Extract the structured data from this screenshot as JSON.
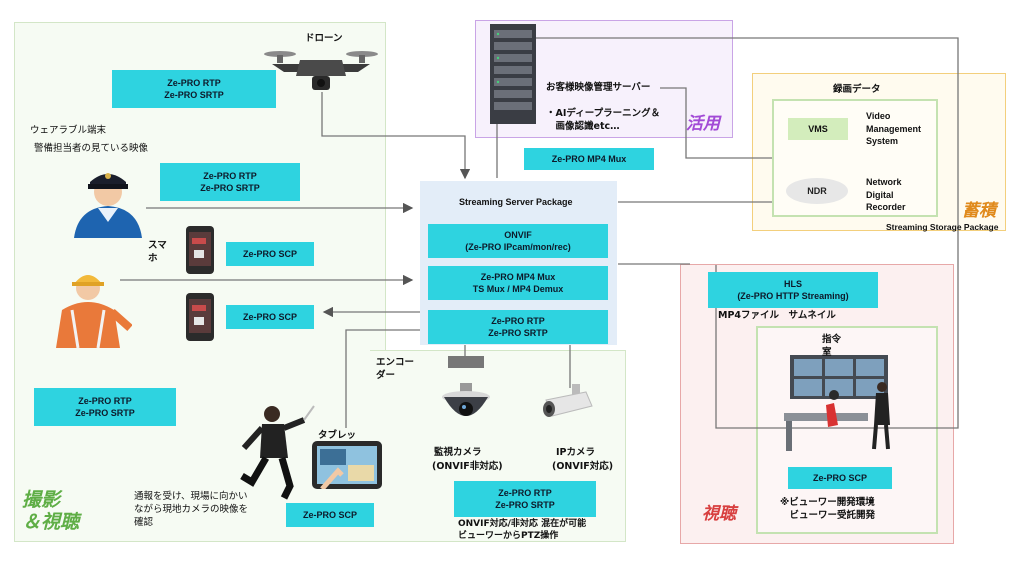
{
  "regions": {
    "capture": "撮影\n＆視聴",
    "utilize": "活用",
    "store": "蓄積",
    "view": "視聴"
  },
  "devices": {
    "drone": "ドローン",
    "wearable_line1": "ウェアラブル端末",
    "wearable_line2": "警備担当者の見ている映像",
    "smartphone": "スマ\nホ",
    "tablet": "タブレッ",
    "encoder": "エンコー\nダー",
    "surveillance_cam_line1": "監視カメラ",
    "surveillance_cam_line2": "(ONVIF非対応)",
    "ip_cam_line1": "IPカメラ",
    "ip_cam_line2": "(ONVIF対応)",
    "report_text": "通報を受け、現場に向かい\nながら現地カメラの映像を\n確認"
  },
  "labels": {
    "drone_rtp": [
      "Ze-PRO RTP",
      "Ze-PRO SRTP"
    ],
    "wearable_rtp": [
      "Ze-PRO RTP",
      "Ze-PRO SRTP"
    ],
    "scp_1": "Ze-PRO SCP",
    "scp_2": "Ze-PRO SCP",
    "left_rtp": [
      "Ze-PRO RTP",
      "Ze-PRO SRTP"
    ],
    "tablet_scp": "Ze-PRO SCP",
    "camera_rtp": [
      "Ze-PRO RTP",
      "Ze-PRO SRTP"
    ],
    "camera_note": "ONVIF対応/非対応 混在が可能\nビューワーからPTZ操作",
    "mp4mux_top": "Ze-PRO MP4 Mux",
    "hls": [
      "HLS",
      "(Ze-PRO HTTP Streaming)"
    ],
    "hls_sub": "MP4ファイル　サムネイル",
    "view_scp": "Ze-PRO SCP",
    "view_note": "※ビューワー開発環境\n　ビューワー受託開発",
    "command_room": "指令\n室"
  },
  "server": {
    "title": "Streaming Server Package",
    "onvif": [
      "ONVIF",
      "(Ze-PRO IPcam/mon/rec)"
    ],
    "mux": [
      "Ze-PRO MP4 Mux",
      "TS Mux / MP4 Demux"
    ],
    "rtp": [
      "Ze-PRO RTP",
      "Ze-PRO SRTP"
    ]
  },
  "customer_server": {
    "title": "お客様映像管理サーバー",
    "detail": "・AIディープラーニング＆\n　画像認識etc…"
  },
  "storage": {
    "title": "録画データ",
    "vms_abbr": "VMS",
    "vms_full": "Video\nManagement\nSystem",
    "ndr_abbr": "NDR",
    "ndr_full": "Network\nDigital\nRecorder",
    "package": "Streaming Storage Package"
  },
  "colors": {
    "cyan": "#2ed3e0",
    "green_border": "#cfe3c2",
    "purple_border": "#c9a4e6",
    "orange_border": "#f3cf7c",
    "red_border": "#e7a8a8",
    "green_title": "#5fae46",
    "purple_title": "#a24ad6",
    "orange_title": "#e08a1c",
    "red_title": "#d84040"
  }
}
